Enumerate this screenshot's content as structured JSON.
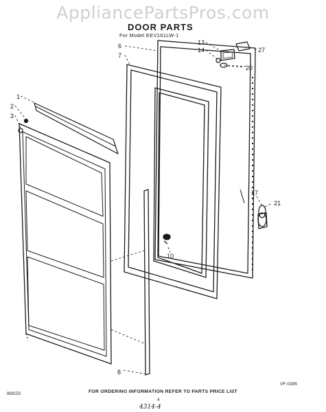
{
  "watermark": "AppliancePartsPros.com",
  "title": "DOOR PARTS",
  "model": "For Model EEV161LW-1",
  "callouts": {
    "c1": "1",
    "c2": "2",
    "c3": "3",
    "c6": "6",
    "c7": "7",
    "c8": "8",
    "c10": "10",
    "c13": "13",
    "c14": "14",
    "c17": "17",
    "c20": "20",
    "c21": "21",
    "c27": "27"
  },
  "diagram_code": "VF-0285",
  "order_note": "FOR ORDERING INFORMATION REFER TO PARTS PRICE LIST",
  "doc_number": "869153",
  "page_number": "4",
  "signature": "4314-4"
}
